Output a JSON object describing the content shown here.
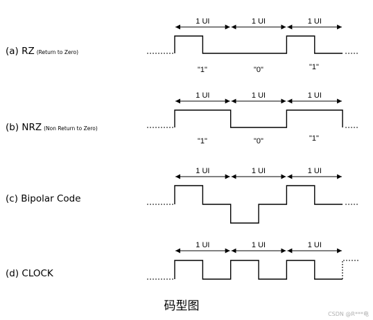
{
  "unit_label": "1 UI",
  "waveforms": [
    {
      "id": "rz",
      "title_main": "(a) RZ",
      "title_sub": "(Return to Zero)",
      "bits": [
        "\"1\"",
        "\"0\"",
        "\"1\""
      ],
      "levels": [
        [
          0,
          0.5,
          "high"
        ],
        [
          0.5,
          2,
          "low"
        ],
        [
          2,
          2.5,
          "high"
        ],
        [
          2.5,
          3,
          "low"
        ]
      ]
    },
    {
      "id": "nrz",
      "title_main": "(b) NRZ",
      "title_sub": "(Non Return to Zero)",
      "bits": [
        "\"1\"",
        "\"0\"",
        "\"1\""
      ],
      "levels": [
        [
          0,
          1,
          "high"
        ],
        [
          1,
          2,
          "low"
        ],
        [
          2,
          3,
          "high"
        ]
      ]
    },
    {
      "id": "bipolar",
      "title_main": "(c) Bipolar Code",
      "title_sub": "",
      "bits": [],
      "levels": [
        [
          0,
          0.5,
          "high"
        ],
        [
          0.5,
          1,
          "mid"
        ],
        [
          1,
          1.5,
          "neg"
        ],
        [
          1.5,
          2,
          "mid"
        ],
        [
          2,
          2.5,
          "high"
        ],
        [
          2.5,
          3,
          "mid"
        ]
      ]
    },
    {
      "id": "clock",
      "title_main": "(d) CLOCK",
      "title_sub": "",
      "bits": [],
      "levels": [
        [
          0,
          0.5,
          "high"
        ],
        [
          0.5,
          1,
          "low"
        ],
        [
          1,
          1.5,
          "high"
        ],
        [
          1.5,
          2,
          "low"
        ],
        [
          2,
          2.5,
          "high"
        ],
        [
          2.5,
          3,
          "low"
        ]
      ]
    }
  ],
  "caption": "码型图",
  "watermark": "CSDN @R***电"
}
